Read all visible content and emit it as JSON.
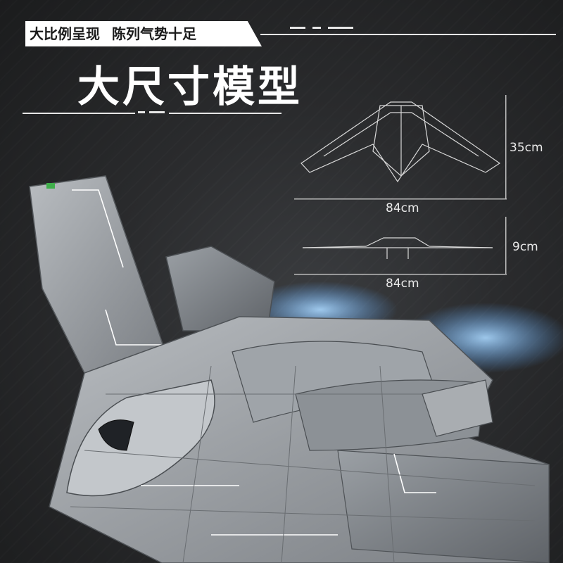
{
  "tagline": {
    "part1": "大比例呈现",
    "part2": "陈列气势十足"
  },
  "headline": "大尺寸模型",
  "dimensions": {
    "top_view_height": "35cm",
    "top_view_width": "84cm",
    "side_view_height": "9cm",
    "side_view_width": "84cm"
  },
  "colors": {
    "background": "#2a2b2d",
    "model_gray": "#8e9296",
    "accent_white": "#ffffff",
    "brick_green": "#3fae4a",
    "glow_blue": "#7fc3ff"
  }
}
